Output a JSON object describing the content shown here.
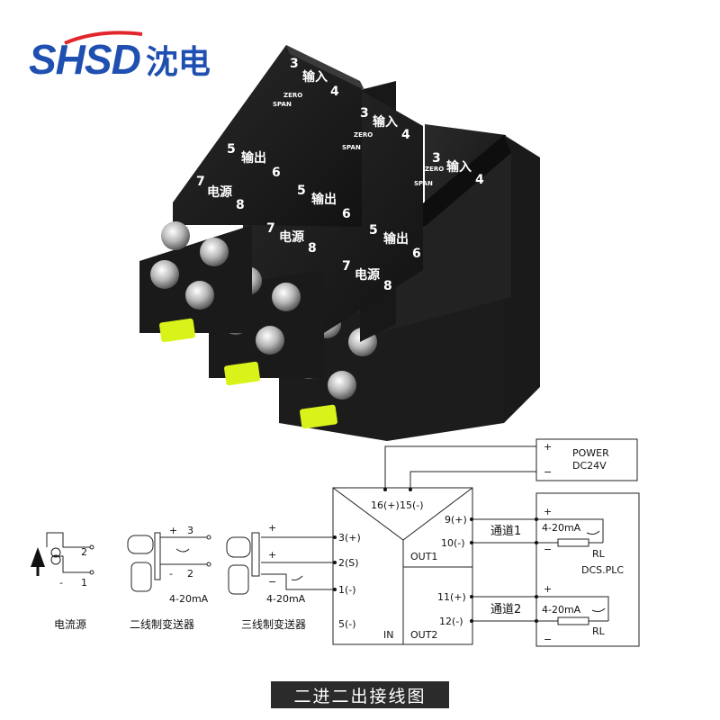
{
  "logo": {
    "latin": "SHSD",
    "chinese": "沈电"
  },
  "modules": {
    "module_labels": {
      "t3": "3",
      "t4": "4",
      "input": "输入",
      "zero": "ZERO",
      "span": "SPAN",
      "t5": "5",
      "t6": "6",
      "output": "输出",
      "t7": "7",
      "t8": "8",
      "power": "电源"
    }
  },
  "diagram": {
    "power": {
      "title": "POWER",
      "voltage": "DC24V",
      "plus": "+",
      "minus": "−"
    },
    "block": {
      "t16": "16(+)",
      "t15": "15(-)",
      "t3": "3(+)",
      "t2": "2(S)",
      "t1": "1(-)",
      "t5": "5(-)",
      "in": "IN",
      "t9": "9(+)",
      "t10": "10(-)",
      "out1": "OUT1",
      "t11": "11(+)",
      "t12": "12(-)",
      "out2": "OUT2"
    },
    "channel1": {
      "label": "通道1",
      "signal": "4-20mA",
      "load": "RL",
      "plus": "+",
      "minus": "−"
    },
    "channel2": {
      "label": "通道2",
      "signal": "4-20mA",
      "load": "RL",
      "plus": "+",
      "minus": "−"
    },
    "dcs": "DCS.PLC",
    "current_source": {
      "title": "电流源",
      "t2": "2",
      "t1": "1",
      "minus": "-"
    },
    "two_wire": {
      "title": "二线制变送器",
      "t3": "3",
      "t2": "2",
      "plus": "+",
      "minus": "-",
      "signal": "4-20mA"
    },
    "three_wire": {
      "title": "三线制变送器",
      "plus1": "+",
      "plus2": "+",
      "minus": "−",
      "signal": "4-20mA"
    }
  },
  "caption": "二进二出接线图"
}
